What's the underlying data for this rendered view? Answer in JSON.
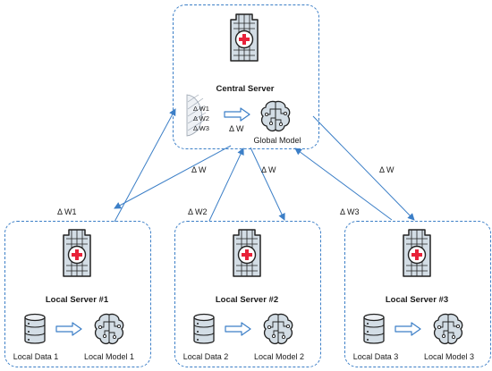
{
  "central": {
    "title": "Central Server",
    "weights": [
      "Δ W1",
      "Δ W2",
      "Δ W3"
    ],
    "aggregate_label": "Δ W",
    "model_label": "Global Model"
  },
  "locals": [
    {
      "title": "Local Server #1",
      "data_label": "Local Data 1",
      "model_label": "Local Model 1",
      "up_label": "Δ W1",
      "down_label": "Δ W"
    },
    {
      "title": "Local Server #2",
      "data_label": "Local Data 2",
      "model_label": "Local Model 2",
      "up_label": "Δ W2",
      "down_label": "Δ W"
    },
    {
      "title": "Local Server #3",
      "data_label": "Local Data 3",
      "model_label": "Local Model 3",
      "up_label": "Δ W3",
      "down_label": "Δ W"
    }
  ],
  "colors": {
    "edge": "#3c7fc7",
    "server_fill": "#d3dde5",
    "server_stroke": "#222222",
    "cross": "#e8223a"
  }
}
